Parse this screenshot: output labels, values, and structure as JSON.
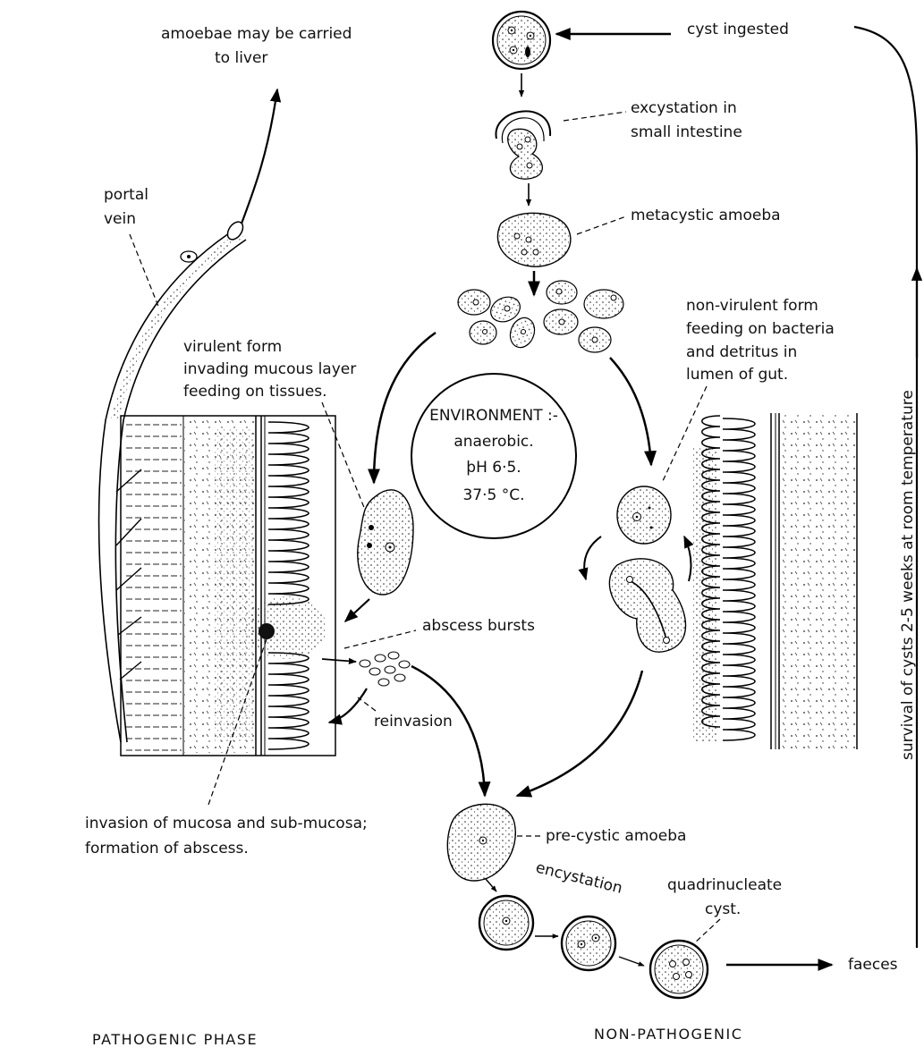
{
  "labels": {
    "cyst_ingested": "cyst  ingested",
    "carried_line1": "amoebae may be carried",
    "carried_line2": "to liver",
    "excystation_line1": "excystation in",
    "excystation_line2": "small intestine",
    "portal_line1": "portal",
    "portal_line2": "vein",
    "metacystic": "metacystic amoeba",
    "nonvirulent_line1": "non-virulent form",
    "nonvirulent_line2": "feeding on bacteria",
    "nonvirulent_line3": "and detritus in",
    "nonvirulent_line4": "lumen of gut.",
    "virulent_line1": "virulent form",
    "virulent_line2": "invading mucous layer",
    "virulent_line3": "feeding on tissues.",
    "env_title": "ENVIRONMENT :-",
    "env_line1": "anaerobic.",
    "env_line2": "þH 6·5.",
    "env_line3": "37·5 °C.",
    "abscess_bursts": "abscess  bursts",
    "reinvasion": "reinvasion",
    "invasion_line1": "invasion of mucosa and sub-mucosa;",
    "invasion_line2": "formation of abscess.",
    "precystic": "pre-cystic amoeba",
    "encystation": "encystation",
    "quad_line1": "quadrinucleate",
    "quad_line2": "cyst.",
    "faeces": "faeces",
    "survival": "survival  of  cysts   2-5 weeks  at  room  temperature",
    "pathogenic_phase": "PATHOGENIC   PHASE",
    "nonpathogenic": "NON-PATHOGENIC"
  }
}
